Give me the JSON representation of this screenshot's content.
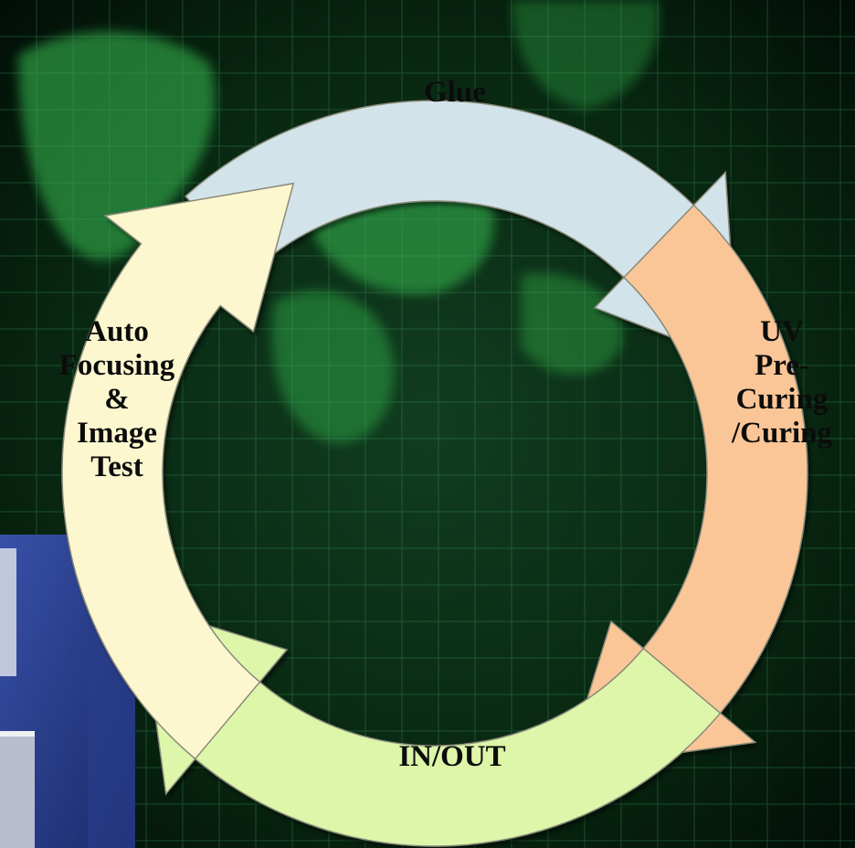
{
  "diagram": {
    "type": "process-cycle",
    "steps": [
      {
        "id": "glue",
        "lines": [
          "Glue"
        ],
        "fill": "#d3e3ea"
      },
      {
        "id": "uv",
        "lines": [
          "UV",
          "Pre-",
          "Curing",
          "/Curing"
        ],
        "fill": "#fbc697"
      },
      {
        "id": "inout",
        "lines": [
          "IN/OUT"
        ],
        "fill": "#ddf6a9"
      },
      {
        "id": "autofocus",
        "lines": [
          "Auto",
          "Focusing",
          "&",
          "Image",
          "Test"
        ],
        "fill": "#fcf7cf"
      }
    ],
    "background": {
      "base": "#04170b",
      "grid": "#3fa364",
      "map": "#2fae48",
      "photo_panel": "#2a3e8c"
    }
  }
}
